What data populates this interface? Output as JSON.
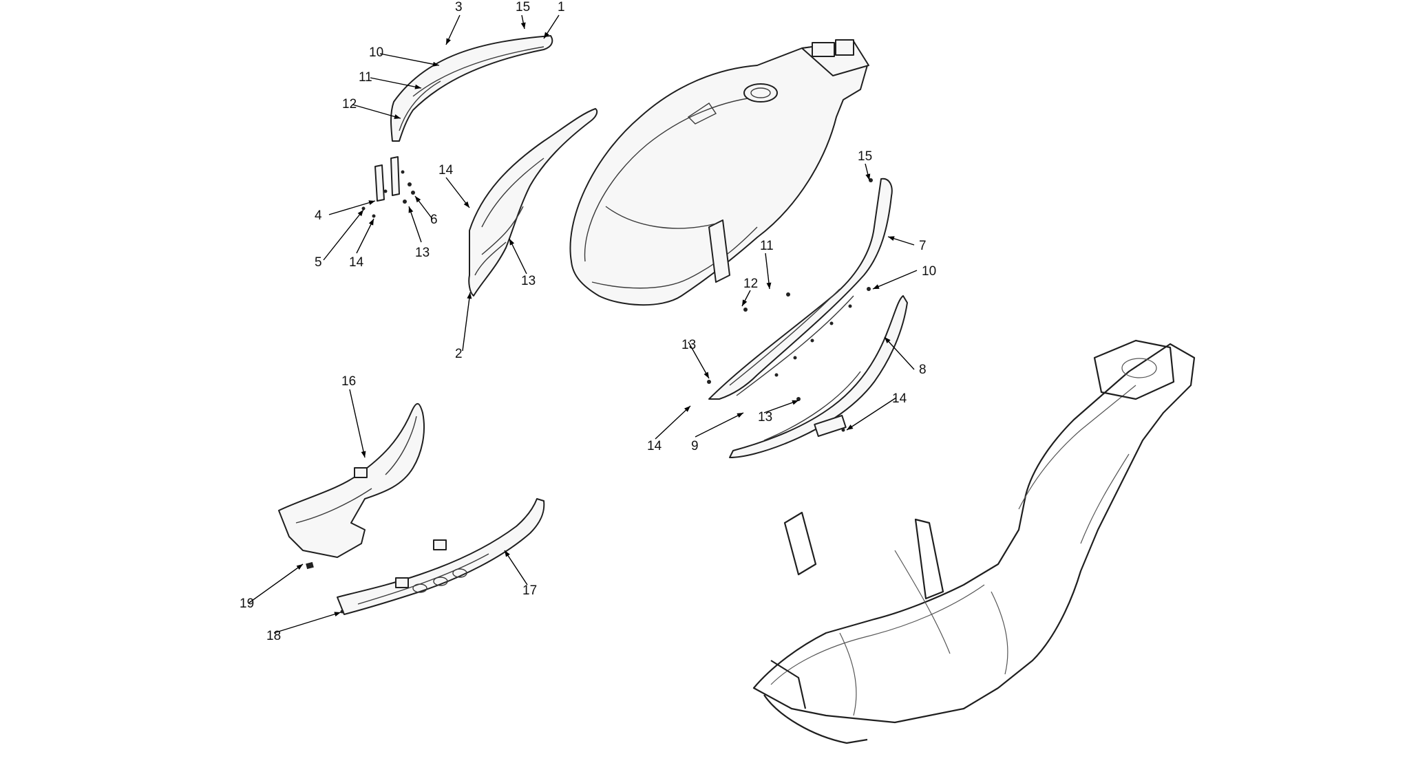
{
  "callouts": [
    {
      "id": "c1",
      "label": "1"
    },
    {
      "id": "c2",
      "label": "2"
    },
    {
      "id": "c3",
      "label": "3"
    },
    {
      "id": "c4",
      "label": "4"
    },
    {
      "id": "c5",
      "label": "5"
    },
    {
      "id": "c6",
      "label": "6"
    },
    {
      "id": "c7",
      "label": "7"
    },
    {
      "id": "c8",
      "label": "8"
    },
    {
      "id": "c9",
      "label": "9"
    },
    {
      "id": "c10a",
      "label": "10"
    },
    {
      "id": "c10b",
      "label": "10"
    },
    {
      "id": "c11a",
      "label": "11"
    },
    {
      "id": "c11b",
      "label": "11"
    },
    {
      "id": "c12a",
      "label": "12"
    },
    {
      "id": "c12b",
      "label": "12"
    },
    {
      "id": "c13a",
      "label": "13"
    },
    {
      "id": "c13b",
      "label": "13"
    },
    {
      "id": "c13c",
      "label": "13"
    },
    {
      "id": "c13d",
      "label": "13"
    },
    {
      "id": "c14a",
      "label": "14"
    },
    {
      "id": "c14b",
      "label": "14"
    },
    {
      "id": "c14c",
      "label": "14"
    },
    {
      "id": "c14d",
      "label": "14"
    },
    {
      "id": "c15a",
      "label": "15"
    },
    {
      "id": "c15b",
      "label": "15"
    },
    {
      "id": "c16",
      "label": "16"
    },
    {
      "id": "c17",
      "label": "17"
    },
    {
      "id": "c18",
      "label": "18"
    },
    {
      "id": "c19",
      "label": "19"
    }
  ]
}
